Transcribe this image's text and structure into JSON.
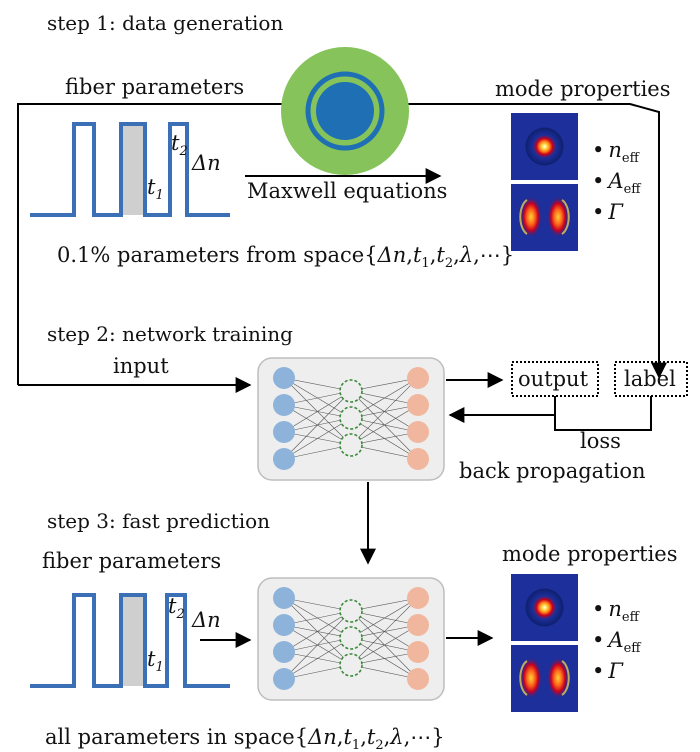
{
  "step1": {
    "title": "step 1: data generation",
    "fiber_params": "fiber parameters",
    "mode_props": "mode properties",
    "maxwell": "Maxwell equations",
    "space_prefix": "0.1% parameters from space{",
    "space_suffix": ",⋯}"
  },
  "step2": {
    "title": "step 2: network training",
    "input": "input",
    "output": "output",
    "label": "label",
    "loss": "loss",
    "backprop": "back propagation"
  },
  "step3": {
    "title": "step 3: fast prediction",
    "fiber_params": "fiber parameters",
    "mode_props": "mode properties",
    "space_prefix": "all parameters in space{",
    "space_suffix": ",⋯}"
  },
  "symbols": {
    "delta_n": "Δn",
    "t": "t",
    "t1_sub": "1",
    "t2_sub": "2",
    "lambda": "λ",
    "n": "n",
    "A": "A",
    "eff": "eff",
    "gamma": "Γ",
    "bullet": "•"
  },
  "colors": {
    "profile_line": "#3b6fb6",
    "gray_fill": "#cfcfcf",
    "fiber_outer": "#86c35b",
    "fiber_core": "#1f6fb4",
    "node_blue": "#8eb3da",
    "node_orange": "#f1b79e",
    "node_dashed": "#3a8a3a",
    "net_box": "#eeeeee"
  }
}
